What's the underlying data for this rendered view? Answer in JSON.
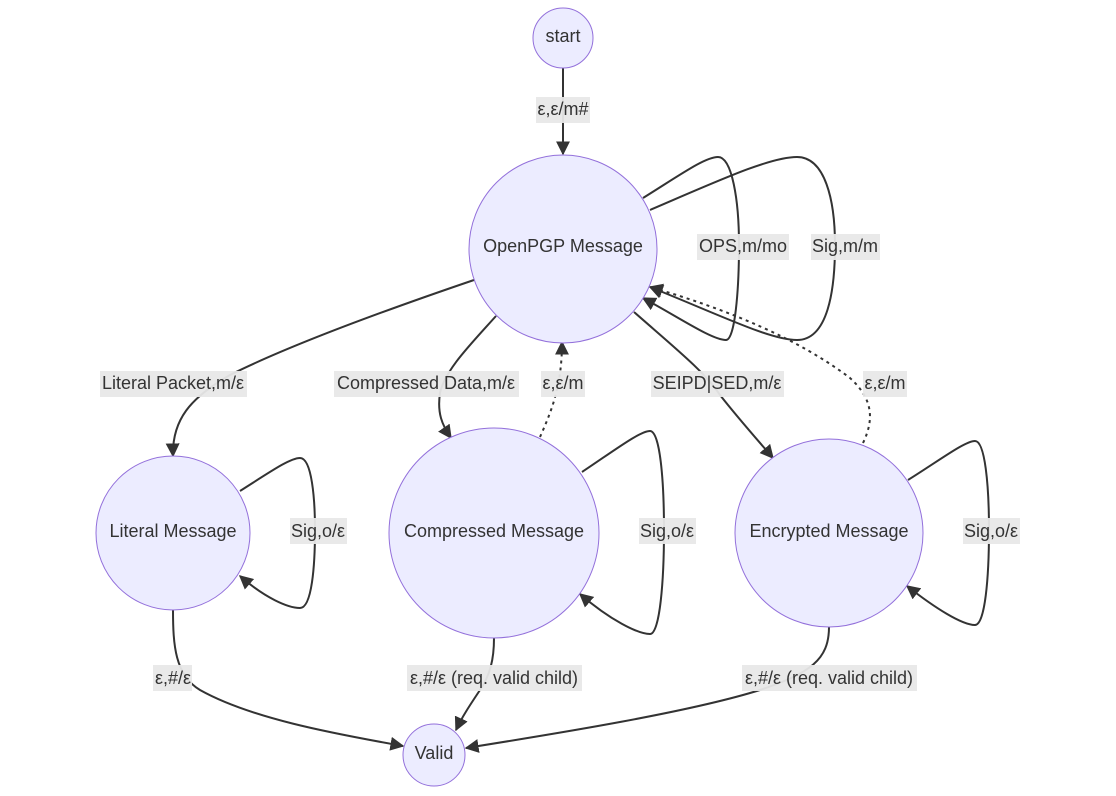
{
  "nodes": {
    "start": "start",
    "openpgp_message": "OpenPGP Message",
    "literal_message": "Literal Message",
    "compressed_message": "Compressed Message",
    "encrypted_message": "Encrypted Message",
    "valid": "Valid"
  },
  "edges": {
    "start_to_openpgp": "ε,ε/m#",
    "openpgp_ops_loop": "OPS,m/mo",
    "openpgp_sig_loop": "Sig,m/m",
    "openpgp_to_literal": "Literal Packet,m/ε",
    "openpgp_to_compressed": "Compressed Data,m/ε",
    "compressed_to_openpgp": "ε,ε/m",
    "openpgp_to_encrypted": "SEIPD|SED,m/ε",
    "encrypted_to_openpgp": "ε,ε/m",
    "literal_sig_loop": "Sig,o/ε",
    "compressed_sig_loop": "Sig,o/ε",
    "encrypted_sig_loop": "Sig,o/ε",
    "literal_to_valid": "ε,#/ε",
    "compressed_to_valid": "ε,#/ε (req. valid child)",
    "encrypted_to_valid": "ε,#/ε (req. valid child)"
  },
  "colors": {
    "node_fill": "#ECECFF",
    "node_stroke": "#9370DB",
    "edge": "#333333",
    "label_bg": "#E8E8E8"
  }
}
